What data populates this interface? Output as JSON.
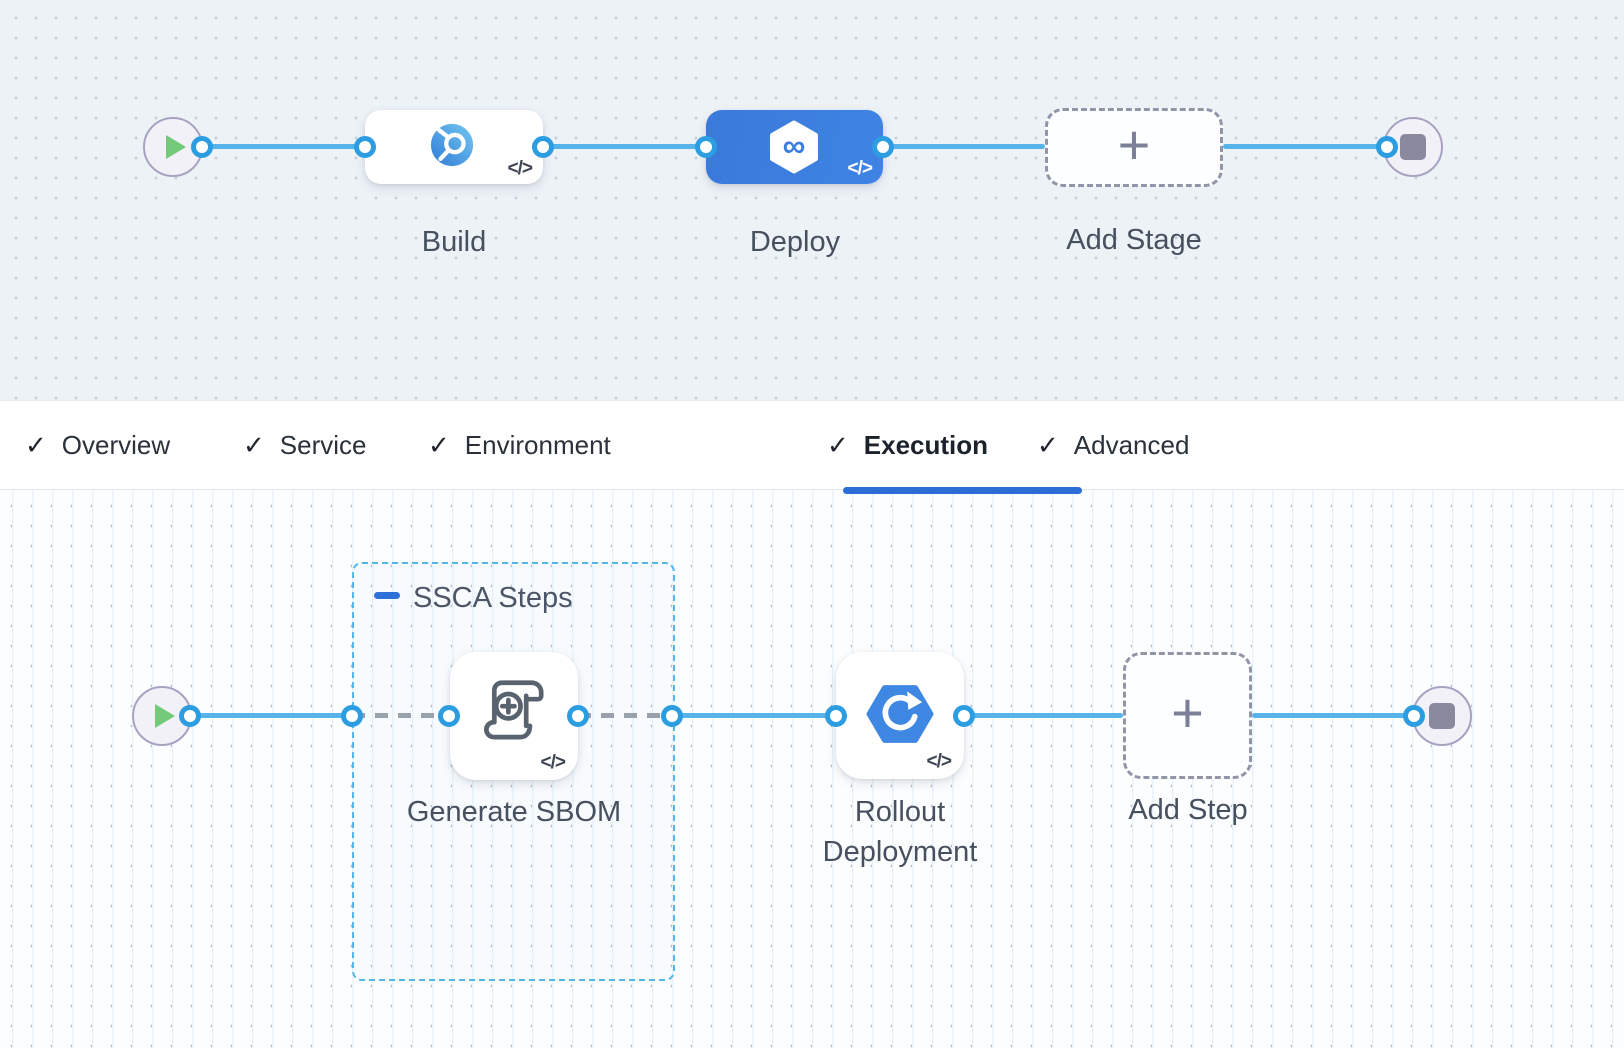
{
  "stage_canvas": {
    "stages": {
      "build": {
        "label": "Build",
        "code_glyph": "</>"
      },
      "deploy": {
        "label": "Deploy",
        "code_glyph": "</>",
        "selected": true
      },
      "add_stage": {
        "label": "Add Stage"
      }
    }
  },
  "tabs": [
    {
      "label": "Overview",
      "checked": true,
      "active": false
    },
    {
      "label": "Service",
      "checked": true,
      "active": false
    },
    {
      "label": "Environment",
      "checked": true,
      "active": false
    },
    {
      "label": "Execution",
      "checked": true,
      "active": true
    },
    {
      "label": "Advanced",
      "checked": true,
      "active": false
    }
  ],
  "execution_canvas": {
    "group": {
      "label": "SSCA Steps",
      "collapsed": false
    },
    "steps": {
      "generate_sbom": {
        "label": "Generate SBOM",
        "code_glyph": "</>"
      },
      "rollout_deployment": {
        "label": "Rollout Deployment",
        "code_glyph": "</>"
      },
      "add_step": {
        "label": "Add Step"
      }
    }
  },
  "glyphs": {
    "check": "✓",
    "plus": "+",
    "infinity": "∞"
  },
  "colors": {
    "selected_stage_blue": "#3b7de0",
    "connector_blue": "#57b4ea",
    "connector_dot_ring": "#2d9de2",
    "dashed_connector_gray": "#99a1ad",
    "active_tab_underline": "#2b6fd6",
    "group_border_blue": "#55b6ea",
    "play_green": "#74ca78",
    "terminal_fill": "#f2f1f8",
    "canvas_top_bg": "#edf2f7",
    "canvas_bottom_bg": "#fcfdfe"
  }
}
